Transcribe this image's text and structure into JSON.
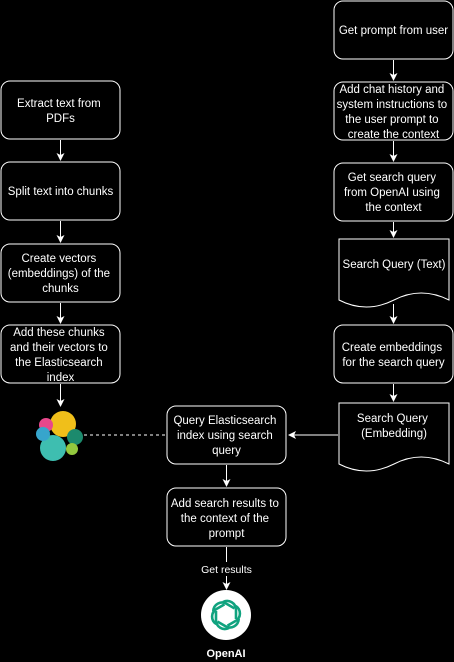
{
  "left_steps": [
    [
      "Extract text from",
      "PDFs"
    ],
    [
      "Split text into chunks"
    ],
    [
      "Create vectors",
      "(embeddings) of the",
      "chunks"
    ],
    [
      "Add these chunks",
      "and their vectors to",
      "the Elasticsearch",
      "index"
    ]
  ],
  "right_steps": {
    "get_prompt": [
      "Get prompt from user"
    ],
    "add_history": [
      "Add chat history and",
      "system instructions to",
      "the user prompt to",
      "create the context"
    ],
    "get_search_query": [
      "Get search query",
      "from OpenAI using",
      "the context"
    ],
    "search_query_text": [
      "Search Query (Text)"
    ],
    "create_embeddings": [
      "Create embeddings",
      "for the search query"
    ],
    "search_query_embedding": [
      "Search Query",
      "(Embedding)"
    ]
  },
  "center_steps": {
    "query_es": [
      "Query Elasticsearch",
      "index using search",
      "query"
    ],
    "add_results": [
      "Add search results to",
      "the context of the",
      "prompt"
    ]
  },
  "edge_labels": {
    "get_results": "Get results"
  },
  "openai": {
    "label": "OpenAI",
    "icon": "openai-logo-icon"
  },
  "elasticsearch": {
    "icon": "elasticsearch-logo-icon"
  },
  "colors": {
    "background": "#000000",
    "box_fill": "#000000",
    "box_stroke": "#ffffff",
    "text": "#ffffff",
    "es_yellow": "#f0bf1a",
    "es_teal": "#3ebeb0",
    "es_pink": "#e8478b",
    "es_blue": "#37a5cc",
    "es_green": "#93c83e",
    "es_darkblue": "#07a5de",
    "openai_circle": "#ffffff",
    "openai_green": "#10a37f"
  }
}
